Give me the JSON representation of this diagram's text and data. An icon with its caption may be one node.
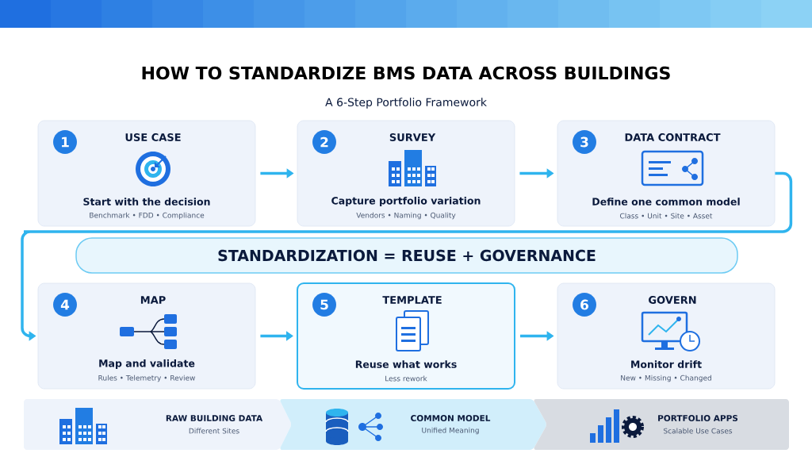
{
  "diagram": {
    "title": "HOW TO STANDARDIZE BMS DATA ACROSS BUILDINGS",
    "nodes": [
      {
        "text": [
          "1",
          "USE CASE",
          "Start with the decision",
          "Benchmark • FDD • Compliance"
        ]
      },
      {
        "text": [
          "2",
          "SURVEY",
          "Capture portfolio variation",
          "Vendors • Naming • Quality"
        ]
      },
      {
        "text": [
          "3",
          "DATA CONTRACT",
          "Define one common model",
          "Class • Unit • Site • Asset"
        ]
      },
      {
        "text": [
          "STANDARDIZATION = REUSE + GOVERNANCE"
        ]
      },
      {
        "text": [
          "4",
          "MAP",
          "Map and validate",
          "Rules • Telemetry • Review"
        ]
      },
      {
        "text": [
          "5",
          "TEMPLATE",
          "Reuse what works",
          "Less rework"
        ]
      },
      {
        "text": [
          "6",
          "GOVERN",
          "Monitor drift",
          "New • Missing • Changed"
        ]
      },
      {
        "text": [
          "RAW BUILDING DATA",
          "Different Sites"
        ]
      },
      {
        "text": [
          "COMMON MODEL",
          "Unified Meaning"
        ]
      },
      {
        "text": [
          "PORTFOLIO APPS",
          "Scalable Use Cases"
        ]
      }
    ],
    "edges": [
      {
        "from": 0,
        "to": 1,
        "arrow": "to"
      },
      {
        "from": 1,
        "to": 2,
        "arrow": "to"
      },
      {
        "from": 2,
        "to": 4,
        "arrow": "to"
      },
      {
        "from": 4,
        "to": 5,
        "arrow": "to"
      },
      {
        "from": 5,
        "to": 6,
        "arrow": "to"
      }
    ],
    "labels": [
      "A 6-Step Portfolio Framework"
    ]
  }
}
